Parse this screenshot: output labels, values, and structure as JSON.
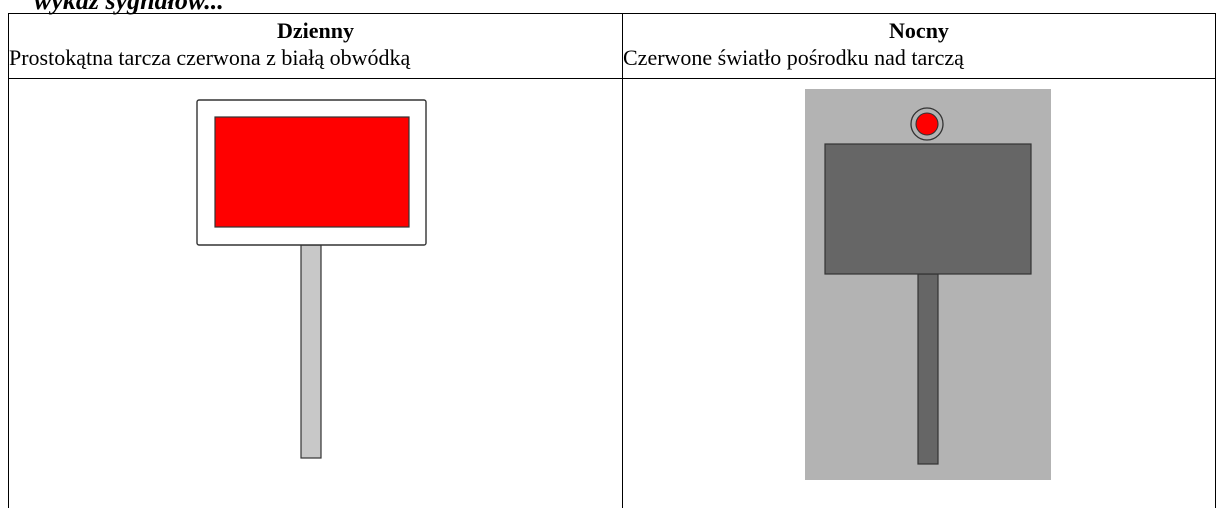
{
  "document": {
    "cropped_caption": "wykaz  sygnałów...",
    "columns": [
      {
        "title": "Dzienny",
        "description": "Prostokątna tarcza czerwona z białą obwódką"
      },
      {
        "title": "Nocny",
        "description": "Czerwone światło pośrodku nad tarczą"
      }
    ]
  },
  "colors": {
    "signal_red": "#ff0000",
    "border_white": "#ffffff",
    "day_pole": "#c8c8c8",
    "night_background": "#b3b3b3",
    "night_shield": "#666666",
    "outline": "#333333"
  },
  "icons": {
    "day_signal": "stop-sign-day-icon",
    "night_signal": "stop-sign-night-icon"
  }
}
